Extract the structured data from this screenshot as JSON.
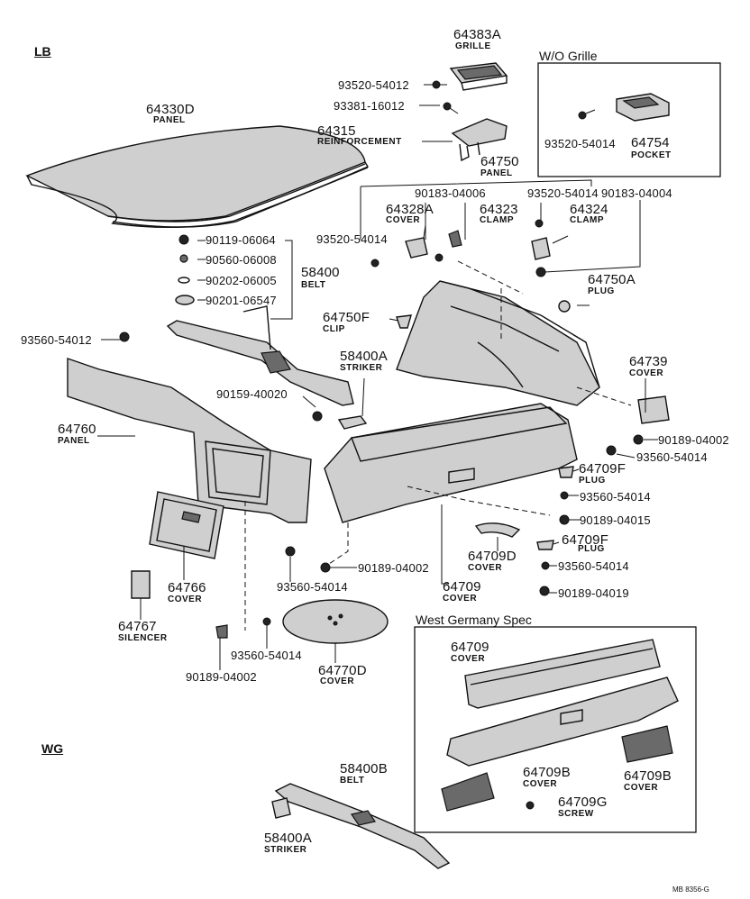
{
  "sections": {
    "lb": "LB",
    "wg": "WG",
    "wo_grille": "W/O Grille",
    "west_germany": "West Germany Spec"
  },
  "parts": [
    {
      "id": "p64383a",
      "number": "64383A",
      "name": "GRILLE"
    },
    {
      "id": "p93520_54012",
      "number": "93520-54012",
      "name": ""
    },
    {
      "id": "p93381_16012",
      "number": "93381-16012",
      "name": ""
    },
    {
      "id": "p64315",
      "number": "64315",
      "name": "REINFORCEMENT"
    },
    {
      "id": "p64330d",
      "number": "64330D",
      "name": "PANEL"
    },
    {
      "id": "p93520_54014_wo",
      "number": "93520-54014",
      "name": ""
    },
    {
      "id": "p64754",
      "number": "64754",
      "name": "POCKET"
    },
    {
      "id": "p64750",
      "number": "64750",
      "name": "PANEL"
    },
    {
      "id": "p90183_04006",
      "number": "90183-04006",
      "name": ""
    },
    {
      "id": "p93520_54014_b",
      "number": "93520-54014",
      "name": ""
    },
    {
      "id": "p90183_04004",
      "number": "90183-04004",
      "name": ""
    },
    {
      "id": "p64328a",
      "number": "64328A",
      "name": "COVER"
    },
    {
      "id": "p64323",
      "number": "64323",
      "name": "CLAMP"
    },
    {
      "id": "p64324",
      "number": "64324",
      "name": "CLAMP"
    },
    {
      "id": "p93520_54014_c",
      "number": "93520-54014",
      "name": ""
    },
    {
      "id": "p90119_06064",
      "number": "90119-06064",
      "name": ""
    },
    {
      "id": "p90560_06008",
      "number": "90560-06008",
      "name": ""
    },
    {
      "id": "p90202_06005",
      "number": "90202-06005",
      "name": ""
    },
    {
      "id": "p90201_06547",
      "number": "90201-06547",
      "name": ""
    },
    {
      "id": "p58400",
      "number": "58400",
      "name": "BELT"
    },
    {
      "id": "p64750a",
      "number": "64750A",
      "name": "PLUG"
    },
    {
      "id": "p64750f",
      "number": "64750F",
      "name": "CLIP"
    },
    {
      "id": "p93560_54012",
      "number": "93560-54012",
      "name": ""
    },
    {
      "id": "p58400a",
      "number": "58400A",
      "name": "STRIKER"
    },
    {
      "id": "p64739",
      "number": "64739",
      "name": "COVER"
    },
    {
      "id": "p90159_40020",
      "number": "90159-40020",
      "name": ""
    },
    {
      "id": "p90189_04002_r",
      "number": "90189-04002",
      "name": ""
    },
    {
      "id": "p93560_54014_r",
      "number": "93560-54014",
      "name": ""
    },
    {
      "id": "p64760",
      "number": "64760",
      "name": "PANEL"
    },
    {
      "id": "p64709f_a",
      "number": "64709F",
      "name": "PLUG"
    },
    {
      "id": "p93560_54014_m",
      "number": "93560-54014",
      "name": ""
    },
    {
      "id": "p90189_04015",
      "number": "90189-04015",
      "name": ""
    },
    {
      "id": "p64709f_b",
      "number": "64709F",
      "name": "PLUG"
    },
    {
      "id": "p64709d",
      "number": "64709D",
      "name": "COVER"
    },
    {
      "id": "p90189_04002_m",
      "number": "90189-04002",
      "name": ""
    },
    {
      "id": "p93560_54014_n",
      "number": "93560-54014",
      "name": ""
    },
    {
      "id": "p93560_54014_l",
      "number": "93560-54014",
      "name": ""
    },
    {
      "id": "p90189_04019",
      "number": "90189-04019",
      "name": ""
    },
    {
      "id": "p64766",
      "number": "64766",
      "name": "COVER"
    },
    {
      "id": "p64709",
      "number": "64709",
      "name": "COVER"
    },
    {
      "id": "p64767",
      "number": "64767",
      "name": "SILENCER"
    },
    {
      "id": "p93560_54014_s",
      "number": "93560-54014",
      "name": ""
    },
    {
      "id": "p90189_04002_s",
      "number": "90189-04002",
      "name": ""
    },
    {
      "id": "p64770d",
      "number": "64770D",
      "name": "COVER"
    },
    {
      "id": "p64709_wg",
      "number": "64709",
      "name": "COVER"
    },
    {
      "id": "p58400b",
      "number": "58400B",
      "name": "BELT"
    },
    {
      "id": "p64709b_a",
      "number": "64709B",
      "name": "COVER"
    },
    {
      "id": "p64709b_b",
      "number": "64709B",
      "name": "COVER"
    },
    {
      "id": "p64709g",
      "number": "64709G",
      "name": "SCREW"
    },
    {
      "id": "p58400a_wg",
      "number": "58400A",
      "name": "STRIKER"
    }
  ],
  "footer_code": "MB 8356-G"
}
